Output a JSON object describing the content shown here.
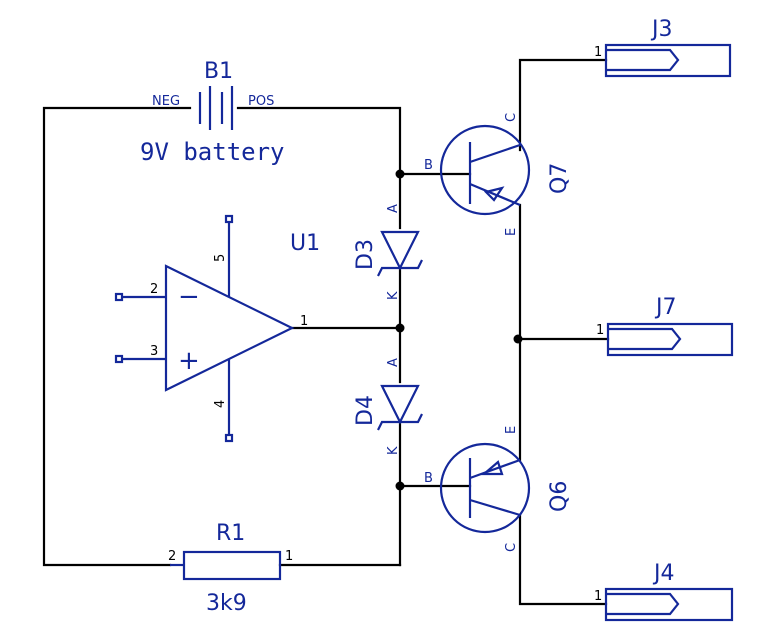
{
  "colors": {
    "wire": "#000000",
    "symbol": "#14289a",
    "background": "#ffffff"
  },
  "battery": {
    "ref": "B1",
    "value": "9V battery",
    "pin_neg": "NEG",
    "pin_pos": "POS"
  },
  "opamp": {
    "ref": "U1",
    "pin_out": "1",
    "pin_inv": "2",
    "pin_noninv": "3",
    "pin_v_neg": "4",
    "pin_v_pos": "5",
    "sign_minus": "−",
    "sign_plus": "+"
  },
  "diode_top": {
    "ref": "D3",
    "anode": "A",
    "cathode": "K"
  },
  "diode_bottom": {
    "ref": "D4",
    "anode": "A",
    "cathode": "K"
  },
  "transistor_top": {
    "ref": "Q7",
    "base": "B",
    "collector": "C",
    "emitter": "E"
  },
  "transistor_bottom": {
    "ref": "Q6",
    "base": "B",
    "collector": "C",
    "emitter": "E"
  },
  "resistor": {
    "ref": "R1",
    "value": "3k9",
    "pin1": "1",
    "pin2": "2"
  },
  "connectors": [
    {
      "ref": "J3",
      "pin": "1"
    },
    {
      "ref": "J7",
      "pin": "1"
    },
    {
      "ref": "J4",
      "pin": "1"
    }
  ]
}
